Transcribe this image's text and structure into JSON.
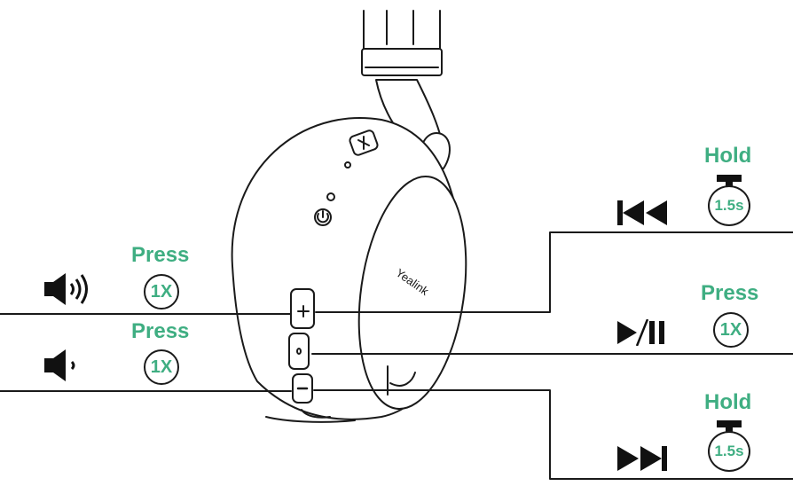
{
  "colors": {
    "accent": "#3fae82",
    "line": "#1a1a1a"
  },
  "device": {
    "brand": "Yealink",
    "plus_key": "+",
    "minus_key": "−",
    "mute_key": "o"
  },
  "volume_up": {
    "action": "Press",
    "count": "1X",
    "icon": "speaker-loud-icon"
  },
  "volume_down": {
    "action": "Press",
    "count": "1X",
    "icon": "speaker-quiet-icon"
  },
  "previous_track": {
    "action": "Hold",
    "time": "1.5s",
    "icon": "previous-track-icon"
  },
  "play_pause": {
    "action": "Press",
    "count": "1X",
    "icon": "play-pause-icon"
  },
  "next_track": {
    "action": "Hold",
    "time": "1.5s",
    "icon": "next-track-icon"
  }
}
